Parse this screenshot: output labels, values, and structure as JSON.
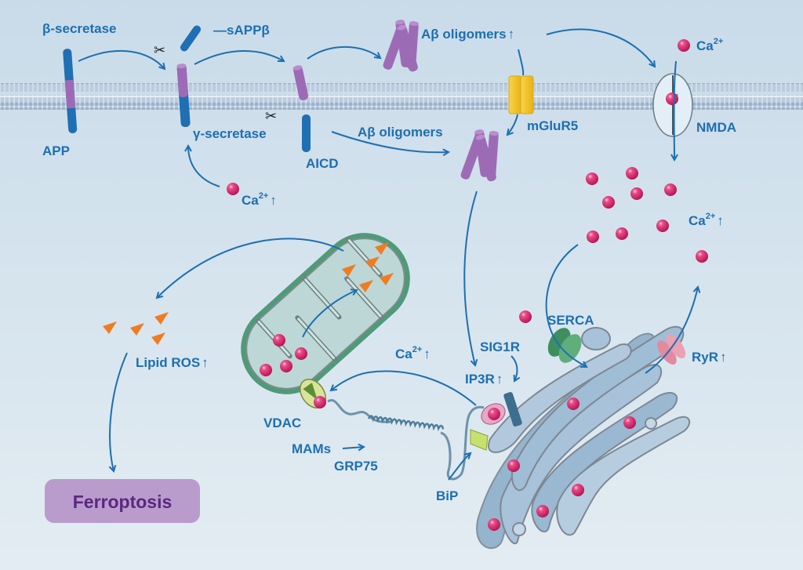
{
  "title": "Amyloid-beta / calcium signaling pathway leading to ferroptosis",
  "colors": {
    "background": "#dfe9f1",
    "label": "#1d6fb1",
    "membrane": "#9fb2cc",
    "app_blue": "#1f6fb3",
    "abeta_purple": "#9d6bb5",
    "calcium": "#d6246a",
    "ros_orange": "#f07c22",
    "mito_green": "#4f9a78",
    "mglur5_yellow": "#f3c322",
    "ferroptosis_box": "#b99ccc",
    "ferroptosis_text": "#5a2782",
    "er_blue": "#8fb0cc"
  },
  "labels": {
    "beta_secretase": "β-secretase",
    "sappb": "—sAPPβ",
    "app": "APP",
    "gamma_secretase": "γ-secretase",
    "aicd": "AICD",
    "ca_gamma": "Ca",
    "ca_gamma_sup": "2+",
    "ca_gamma_arrow": "↑",
    "abeta_oligomers_top": "Aβ oligomers",
    "abeta_oligomers_top_arrow": "↑",
    "abeta_oligomers_mid": "Aβ oligomers",
    "mglur5": "mGluR5",
    "ca_nmda": "Ca",
    "ca_nmda_sup": "2+",
    "nmda": "NMDA",
    "ca_cyto": "Ca",
    "ca_cyto_sup": "2+",
    "ca_cyto_arrow": "↑",
    "lipid_ros": "Lipid ROS",
    "lipid_ros_arrow": "↑",
    "ferroptosis": "Ferroptosis",
    "ca_mam": "Ca",
    "ca_mam_sup": "2+",
    "ca_mam_arrow": "↑",
    "vdac": "VDAC",
    "mams": "MAMs",
    "grp75": "GRP75",
    "bip": "BiP",
    "sig1r": "SIG1R",
    "ip3r": "IP3R",
    "ip3r_arrow": "↑",
    "serca": "SERCA",
    "ryr": "RyR",
    "ryr_arrow": "↑"
  }
}
